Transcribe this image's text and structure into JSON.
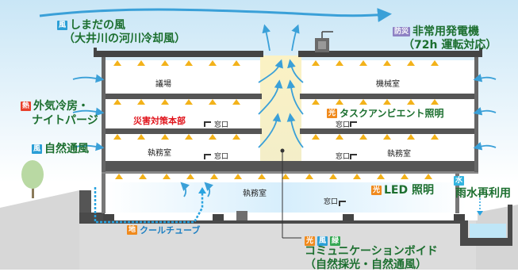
{
  "colors": {
    "heat_tag": "#e8402b",
    "wind_tag": "#2b9fd6",
    "light_tag": "#f08a1d",
    "ground_tag": "#f08a1d",
    "green_tag": "#34a853",
    "disaster_tag": "#8e82c4",
    "water_tag": "#35b5e0",
    "label_text": "#1c6f2f",
    "disaster_text": "#e0131b",
    "wind_arrow": "#3aa0d8"
  },
  "labels": {
    "shimada_wind": {
      "tag": "風",
      "line1": "しまだの風",
      "line2": "（大井川の河川冷却風）"
    },
    "emergency_generator": {
      "tag": "防災",
      "line1": "非常用発電機",
      "line2": "（72h 運転対応）"
    },
    "outside_air": {
      "tag": "熱",
      "line1": "外気冷房・",
      "line2": "ナイトパージ"
    },
    "natural_ventilation": {
      "tag": "風",
      "line1": "自然通風"
    },
    "task_ambient": {
      "tag": "光",
      "line1": "タスクアンビエント照明"
    },
    "led_lighting": {
      "tag": "光",
      "line1": "LED 照明"
    },
    "rainwater": {
      "tag": "水",
      "line1": "雨水再利用"
    },
    "cool_tube": {
      "tag": "地",
      "line1": "クールチューブ"
    },
    "void": {
      "tags": [
        "光",
        "風",
        "緑"
      ],
      "line1": "コミュニケーションボイド",
      "line2": "（自然採光・自然通風）"
    }
  },
  "rooms": {
    "assembly": "議場",
    "machine_room": "機械室",
    "disaster_hq": "災害対策本部",
    "office_3f_left": "執務室",
    "office_3f_right": "執務室",
    "office_1f": "執務室"
  },
  "windows": [
    "窓口",
    "窓口",
    "窓口",
    "窓口",
    "窓口"
  ]
}
